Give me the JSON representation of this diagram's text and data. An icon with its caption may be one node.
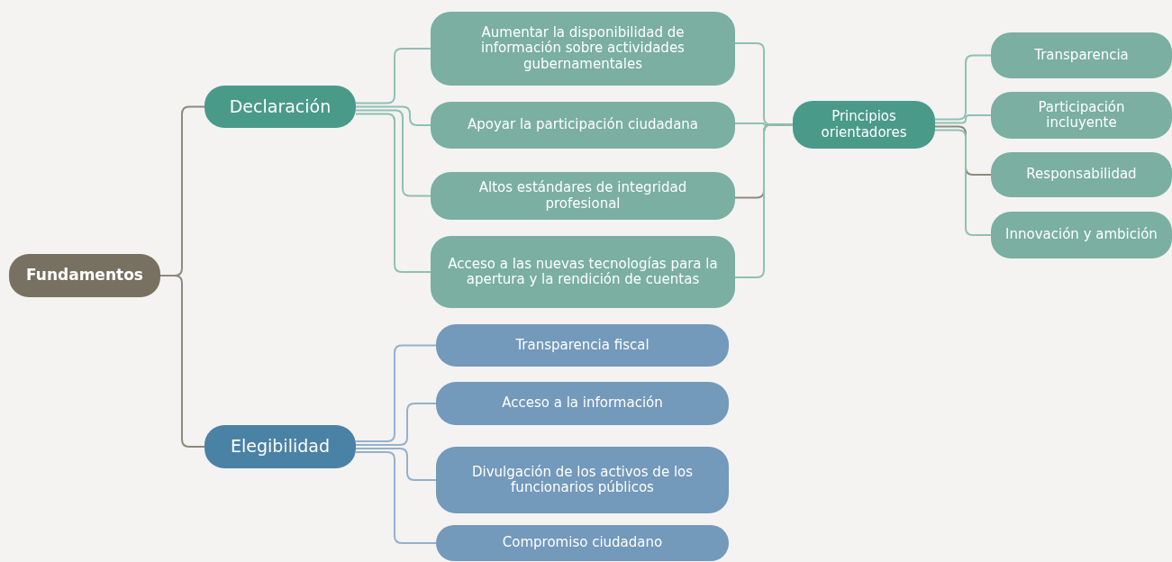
{
  "diagram": {
    "nodes": [
      {
        "text": [
          "Fundamentos"
        ]
      },
      {
        "text": [
          "Declaración"
        ]
      },
      {
        "text": [
          "Aumentar la disponibilidad de información sobre actividades gubernamentales"
        ]
      },
      {
        "text": [
          "Apoyar la participación ciudadana"
        ]
      },
      {
        "text": [
          "Altos estándares de integridad profesional"
        ]
      },
      {
        "text": [
          "Acceso a las nuevas tecnologías para  la apertura y la rendición de cuentas"
        ]
      },
      {
        "text": [
          "Principios orientadores"
        ]
      },
      {
        "text": [
          "Transparencia"
        ]
      },
      {
        "text": [
          "Participación incluyente"
        ]
      },
      {
        "text": [
          "Responsabilidad"
        ]
      },
      {
        "text": [
          "Innovación y ambición"
        ]
      },
      {
        "text": [
          "Elegibilidad"
        ]
      },
      {
        "text": [
          "Transparencia fiscal"
        ]
      },
      {
        "text": [
          "Acceso a la información"
        ]
      },
      {
        "text": [
          "Divulgación de los activos de los funcionarios públicos"
        ]
      },
      {
        "text": [
          "Compromiso ciudadano"
        ]
      }
    ],
    "edges": [
      {
        "from": 0,
        "to": 1,
        "arrow": "none",
        "color": "#8c8a7c"
      },
      {
        "from": 0,
        "to": 11,
        "arrow": "none",
        "color": "#8c8a7c"
      },
      {
        "from": 1,
        "to": 2,
        "arrow": "none"
      },
      {
        "from": 1,
        "to": 3,
        "arrow": "none"
      },
      {
        "from": 1,
        "to": 4,
        "arrow": "none"
      },
      {
        "from": 1,
        "to": 5,
        "arrow": "none"
      },
      {
        "from": 2,
        "to": 6,
        "arrow": "none"
      },
      {
        "from": 3,
        "to": 6,
        "arrow": "none"
      },
      {
        "from": 4,
        "to": 6,
        "arrow": "none",
        "color": "#8c8a7c"
      },
      {
        "from": 5,
        "to": 6,
        "arrow": "none"
      },
      {
        "from": 6,
        "to": 7,
        "arrow": "none"
      },
      {
        "from": 6,
        "to": 8,
        "arrow": "none"
      },
      {
        "from": 6,
        "to": 9,
        "arrow": "none",
        "color": "#8c8a7c"
      },
      {
        "from": 6,
        "to": 10,
        "arrow": "none"
      },
      {
        "from": 11,
        "to": 12,
        "arrow": "none",
        "color": "#93b1cc"
      },
      {
        "from": 11,
        "to": 13,
        "arrow": "none",
        "color": "#93b1cc"
      },
      {
        "from": 11,
        "to": 14,
        "arrow": "none",
        "color": "#93b1cc"
      },
      {
        "from": 11,
        "to": 15,
        "arrow": "none",
        "color": "#93b1cc"
      }
    ]
  }
}
